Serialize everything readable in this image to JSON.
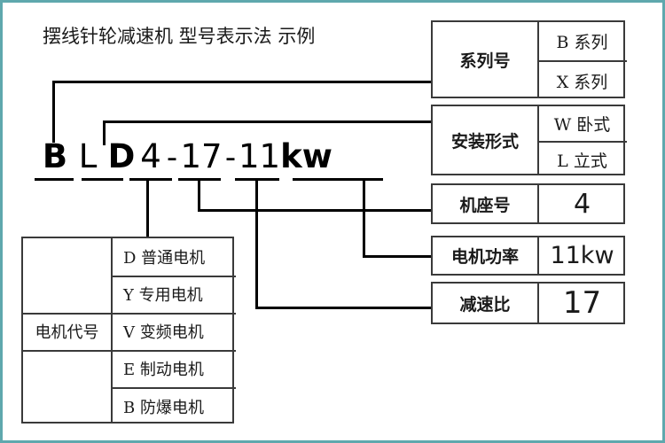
{
  "title": "摆线针轮减速机 型号表示法 示例",
  "accent_border_color": "#5fa8ad",
  "line_color": "#000000",
  "model_code": {
    "full": "BLD4-17-11kw",
    "segments": [
      {
        "key": "series",
        "text": "B"
      },
      {
        "key": "mounting",
        "text": "L"
      },
      {
        "key": "motor_code",
        "text": "D"
      },
      {
        "key": "frame_no",
        "text": "4"
      },
      {
        "key": "dash1",
        "text": "-"
      },
      {
        "key": "ratio",
        "text": "17"
      },
      {
        "key": "dash2",
        "text": "-"
      },
      {
        "key": "power_num",
        "text": "11"
      },
      {
        "key": "power_unit",
        "text": "kw"
      }
    ]
  },
  "right_blocks": [
    {
      "label": "系列号",
      "options": [
        "B 系列",
        "X 系列"
      ]
    },
    {
      "label": "安装形式",
      "options": [
        "W 卧式",
        "L 立式"
      ]
    },
    {
      "label": "机座号",
      "value": "4"
    },
    {
      "label": "电机功率",
      "value": "11kw"
    },
    {
      "label": "减速比",
      "value": "17"
    }
  ],
  "motor_table": {
    "label": "电机代号",
    "rows": [
      "D 普通电机",
      "Y 专用电机",
      "V 变频电机",
      "E 制动电机",
      "B 防爆电机"
    ]
  }
}
